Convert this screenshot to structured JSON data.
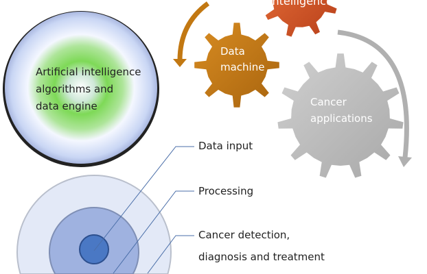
{
  "gears": {
    "intelligence": "intelligence",
    "data_machine": [
      "Data",
      "machine"
    ],
    "cancer_applications": [
      "Cancer",
      "applications"
    ]
  },
  "ai_circle": [
    "Artificial intelligence",
    "algorithms and",
    "data engine"
  ],
  "layers": {
    "data_input": "Data input",
    "processing": "Processing",
    "cancer_detection": [
      "Cancer detection,",
      "diagnosis and treatment"
    ]
  },
  "colors": {
    "red_gear": "#d2521e",
    "orange_gear": "#c27812",
    "gray_gear": "#b8b8b8",
    "green": "#7ed957",
    "blue": "#4a78c4"
  }
}
